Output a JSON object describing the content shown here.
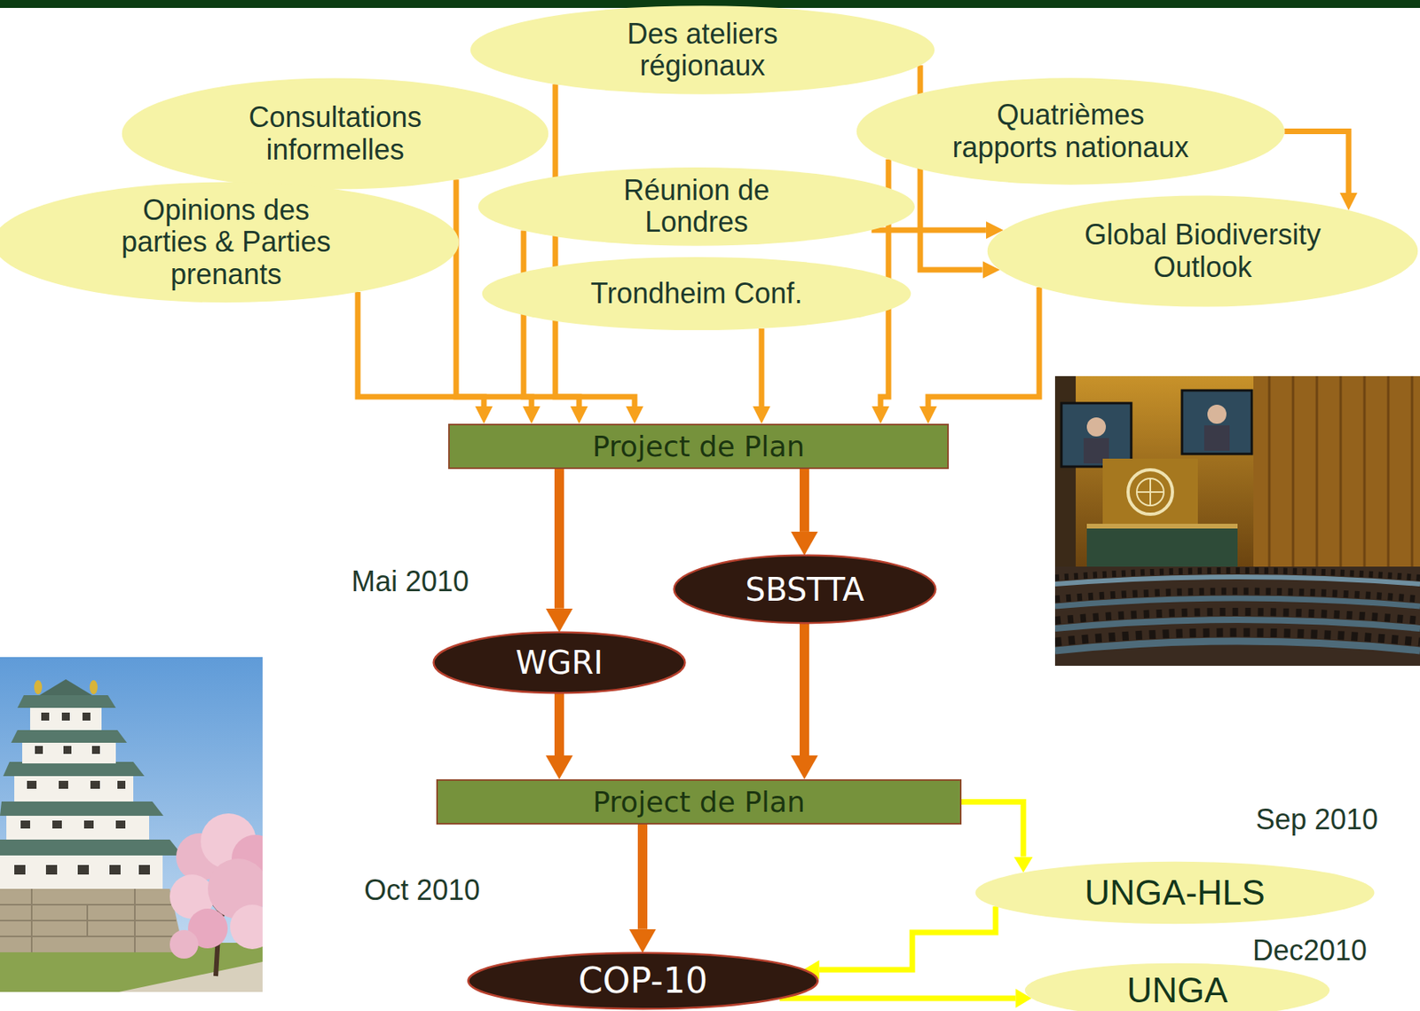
{
  "diagram": {
    "nodes": [
      {
        "text": [
          "Des ateliers régionaux"
        ]
      },
      {
        "text": [
          "Consultations informelles"
        ]
      },
      {
        "text": [
          "Quatrièmes rapports nationaux"
        ]
      },
      {
        "text": [
          "Opinions des parties & Parties prenants"
        ]
      },
      {
        "text": [
          "Réunion de Londres"
        ]
      },
      {
        "text": [
          "Global Biodiversity Outlook"
        ]
      },
      {
        "text": [
          "Trondheim Conf."
        ]
      },
      {
        "text": [
          "Project de Plan"
        ]
      },
      {
        "text": [
          "SBSTTA"
        ]
      },
      {
        "text": [
          "WGRI"
        ]
      },
      {
        "text": [
          "Project de Plan"
        ]
      },
      {
        "text": [
          "UNGA-HLS"
        ]
      },
      {
        "text": [
          "COP-10"
        ]
      },
      {
        "text": [
          "UNGA"
        ]
      }
    ],
    "edges": [
      {
        "from": 3,
        "to": 7,
        "arrow": "to"
      },
      {
        "from": 1,
        "to": 7,
        "arrow": "to"
      },
      {
        "from": 0,
        "to": 7,
        "arrow": "to"
      },
      {
        "from": 4,
        "to": 7,
        "arrow": "to"
      },
      {
        "from": 6,
        "to": 7,
        "arrow": "to"
      },
      {
        "from": 2,
        "to": 7,
        "arrow": "to"
      },
      {
        "from": 5,
        "to": 7,
        "arrow": "to"
      },
      {
        "from": 0,
        "to": 5,
        "arrow": "to"
      },
      {
        "from": 2,
        "to": 5,
        "arrow": "to"
      },
      {
        "from": 4,
        "to": 5,
        "arrow": "to"
      },
      {
        "from": 7,
        "to": 9,
        "arrow": "to"
      },
      {
        "from": 7,
        "to": 8,
        "arrow": "to"
      },
      {
        "from": 9,
        "to": 10,
        "arrow": "to"
      },
      {
        "from": 8,
        "to": 10,
        "arrow": "to"
      },
      {
        "from": 10,
        "to": 12,
        "arrow": "to"
      },
      {
        "from": 10,
        "to": 11,
        "arrow": "to"
      },
      {
        "from": 11,
        "to": 12,
        "arrow": "to"
      },
      {
        "from": 12,
        "to": 13,
        "arrow": "to"
      }
    ],
    "labels": [
      "Mai 2010",
      "Sep 2010",
      "Oct 2010",
      "Dec2010"
    ]
  }
}
